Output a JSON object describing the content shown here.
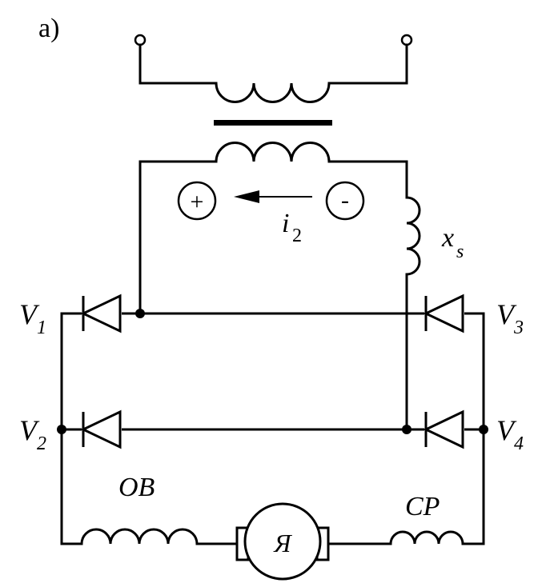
{
  "figure_label": "а)",
  "current_label": "i",
  "current_subscript": "2",
  "plus_sign": "+",
  "minus_sign": "-",
  "reactance_label": "x",
  "reactance_subscript": "s",
  "diodes": [
    {
      "name": "V",
      "sub": "1"
    },
    {
      "name": "V",
      "sub": "2"
    },
    {
      "name": "V",
      "sub": "3"
    },
    {
      "name": "V",
      "sub": "4"
    }
  ],
  "field_winding_label": "ОВ",
  "series_winding_label": "СР",
  "armature_label": "Я"
}
